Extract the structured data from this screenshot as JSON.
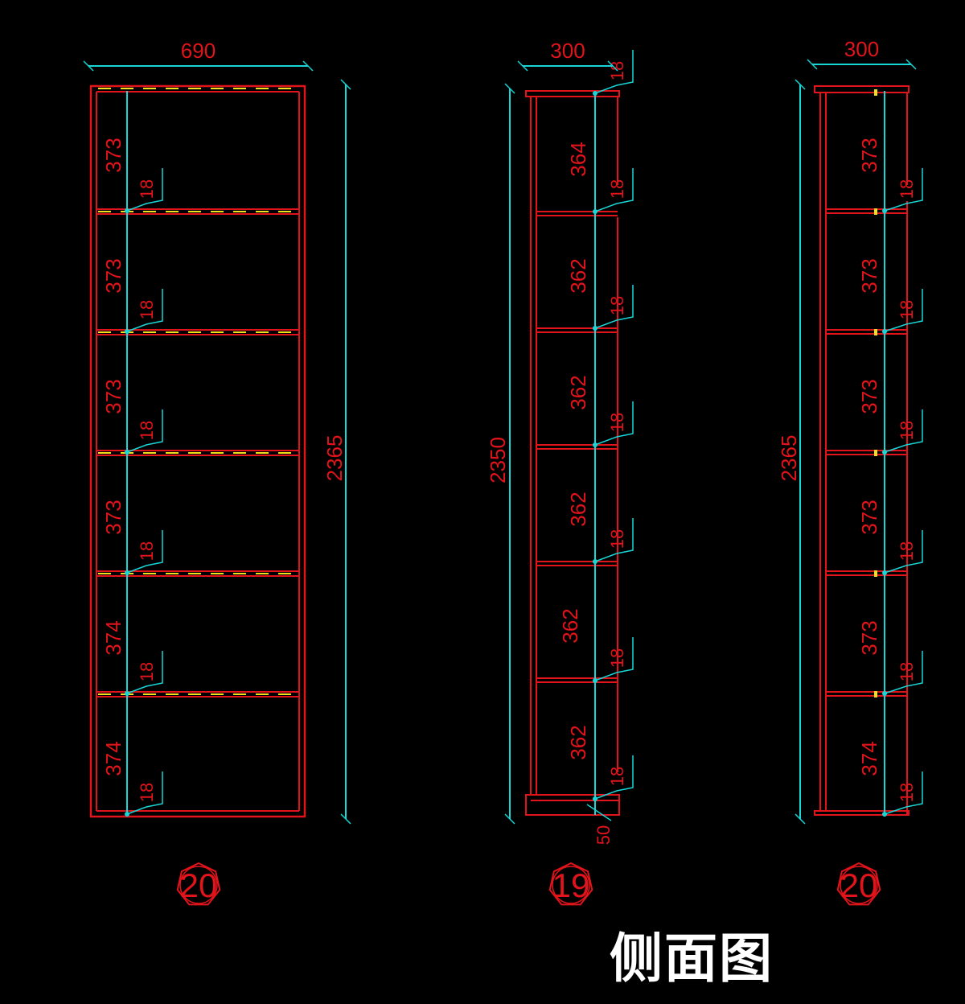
{
  "title": "侧面图",
  "colors": {
    "outline": "#e0141a",
    "dimension": "#19d6d6",
    "hidden": "#f0e020",
    "title": "#ffffff"
  },
  "views": [
    {
      "id": "front",
      "tag": "20",
      "width_dim": "690",
      "height_dim": "2365",
      "spacings": [
        "373",
        "373",
        "373",
        "373",
        "374",
        "374"
      ],
      "thickness": [
        "18",
        "18",
        "18",
        "18",
        "18",
        "18"
      ]
    },
    {
      "id": "side-19",
      "tag": "19",
      "width_dim": "300",
      "height_dim": "2350",
      "spacings": [
        "364",
        "362",
        "362",
        "362",
        "362",
        "362"
      ],
      "thickness": [
        "18",
        "18",
        "18",
        "18",
        "18",
        "18",
        "18"
      ],
      "base": "50"
    },
    {
      "id": "side-20",
      "tag": "20",
      "width_dim": "300",
      "height_dim": "2365",
      "spacings": [
        "373",
        "373",
        "373",
        "373",
        "373",
        "374"
      ],
      "thickness": [
        "18",
        "18",
        "18",
        "18",
        "18",
        "18"
      ]
    }
  ]
}
